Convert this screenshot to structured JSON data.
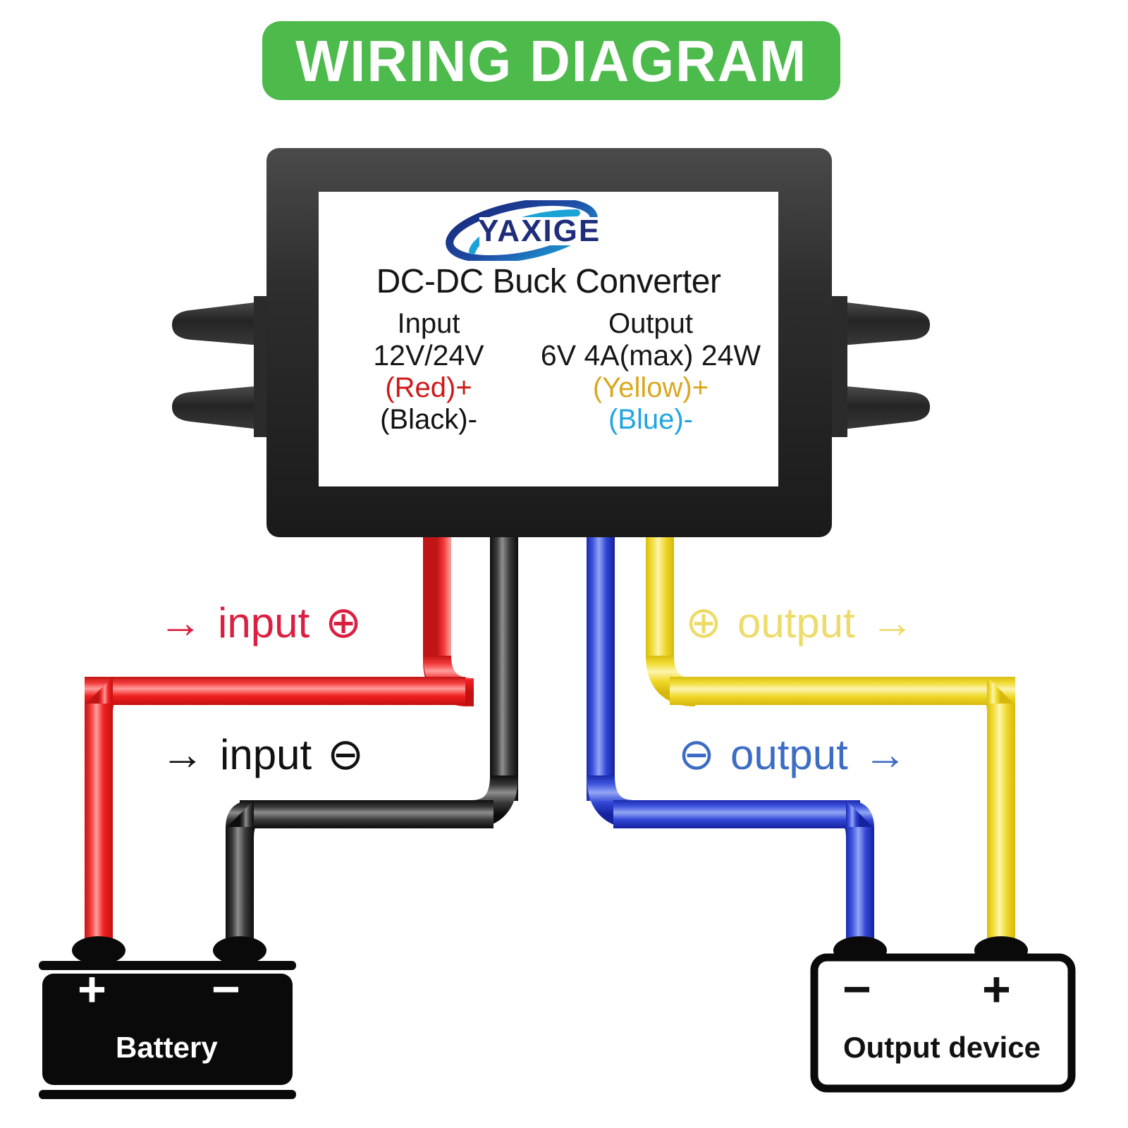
{
  "title": {
    "text": "WIRING DIAGRAM",
    "banner_color": "#4CBB4C",
    "text_color": "#FFFFFF"
  },
  "converter": {
    "brand": "YAXIGE",
    "brand_color": "#1E2E7A",
    "brand_accent_color": "#1BA3D6",
    "product_name": "DC-DC Buck Converter",
    "body_color": "#2B2B2B",
    "label_color": "#FFFFFF",
    "input": {
      "heading": "Input",
      "rating": "12V/24V",
      "positive": "(Red)+",
      "positive_color": "#D01818",
      "negative": "(Black)-",
      "negative_color": "#111111"
    },
    "output": {
      "heading": "Output",
      "rating": "6V 4A(max) 24W",
      "positive": "(Yellow)+",
      "positive_color": "#D9A821",
      "negative": "(Blue)-",
      "negative_color": "#1FA5E0"
    }
  },
  "wire_labels": [
    {
      "id": "input-positive",
      "arrow": "→",
      "text": "input",
      "symbol": "⊕",
      "order": "arrow-text-symbol",
      "color": "#DB1F40",
      "wire": "red"
    },
    {
      "id": "input-negative",
      "arrow": "→",
      "text": "input",
      "symbol": "⊖",
      "order": "arrow-text-symbol",
      "color": "#111111",
      "wire": "black"
    },
    {
      "id": "output-positive",
      "arrow": "→",
      "text": "output",
      "symbol": "⊕",
      "order": "symbol-text-arrow",
      "color": "#EDDC6A",
      "wire": "yellow"
    },
    {
      "id": "output-negative",
      "arrow": "→",
      "text": "output",
      "symbol": "⊖",
      "order": "symbol-text-arrow",
      "color": "#3D6CC4",
      "wire": "blue"
    }
  ],
  "wires": [
    {
      "name": "red",
      "color": "#EE2222",
      "highlight": "#FF8A8A",
      "from": "converter-input-positive",
      "to": "battery-positive"
    },
    {
      "name": "black",
      "color": "#2A2A2A",
      "highlight": "#8C8C8C",
      "from": "converter-input-negative",
      "to": "battery-negative"
    },
    {
      "name": "blue",
      "color": "#2A3FD0",
      "highlight": "#8FA2F0",
      "from": "converter-output-negative",
      "to": "output-device-negative"
    },
    {
      "name": "yellow",
      "color": "#EFD52A",
      "highlight": "#FAF0A0",
      "from": "converter-output-positive",
      "to": "output-device-positive"
    }
  ],
  "battery": {
    "caption": "Battery",
    "positive_symbol": "+",
    "negative_symbol": "−",
    "body_color": "#0A0A0A",
    "text_color": "#FFFFFF"
  },
  "output_device": {
    "caption": "Output device",
    "positive_symbol": "+",
    "negative_symbol": "−",
    "body_color": "#FFFFFF",
    "border_color": "#0A0A0A",
    "text_color": "#111111"
  }
}
